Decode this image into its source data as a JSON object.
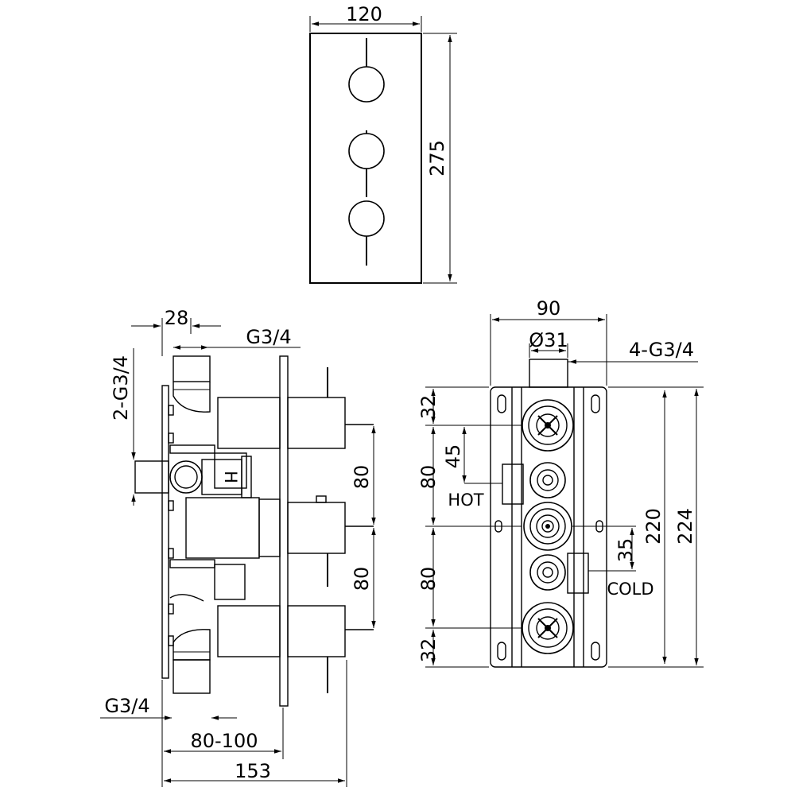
{
  "front_view": {
    "width": "120",
    "height": "275"
  },
  "side_view": {
    "top_depth": "28",
    "top_thread": "G3/4",
    "left_thread": "2-G3/4",
    "hot_marker": "H",
    "spacing_upper": "80",
    "spacing_lower": "80",
    "bottom_thread": "G3/4",
    "adjustable_depth": "80-100",
    "total_depth": "153"
  },
  "rear_view": {
    "width": "90",
    "diameter": "Ø31",
    "outlet_threads": "4-G3/4",
    "top_offset": "32",
    "hot_offset": "45",
    "spacing_upper": "80",
    "spacing_lower": "80",
    "bottom_offset": "32",
    "cold_offset": "35",
    "inner_height": "220",
    "total_height": "224",
    "hot_label": "HOT",
    "cold_label": "COLD"
  },
  "colors": {
    "line": "#000000",
    "background": "#ffffff"
  }
}
